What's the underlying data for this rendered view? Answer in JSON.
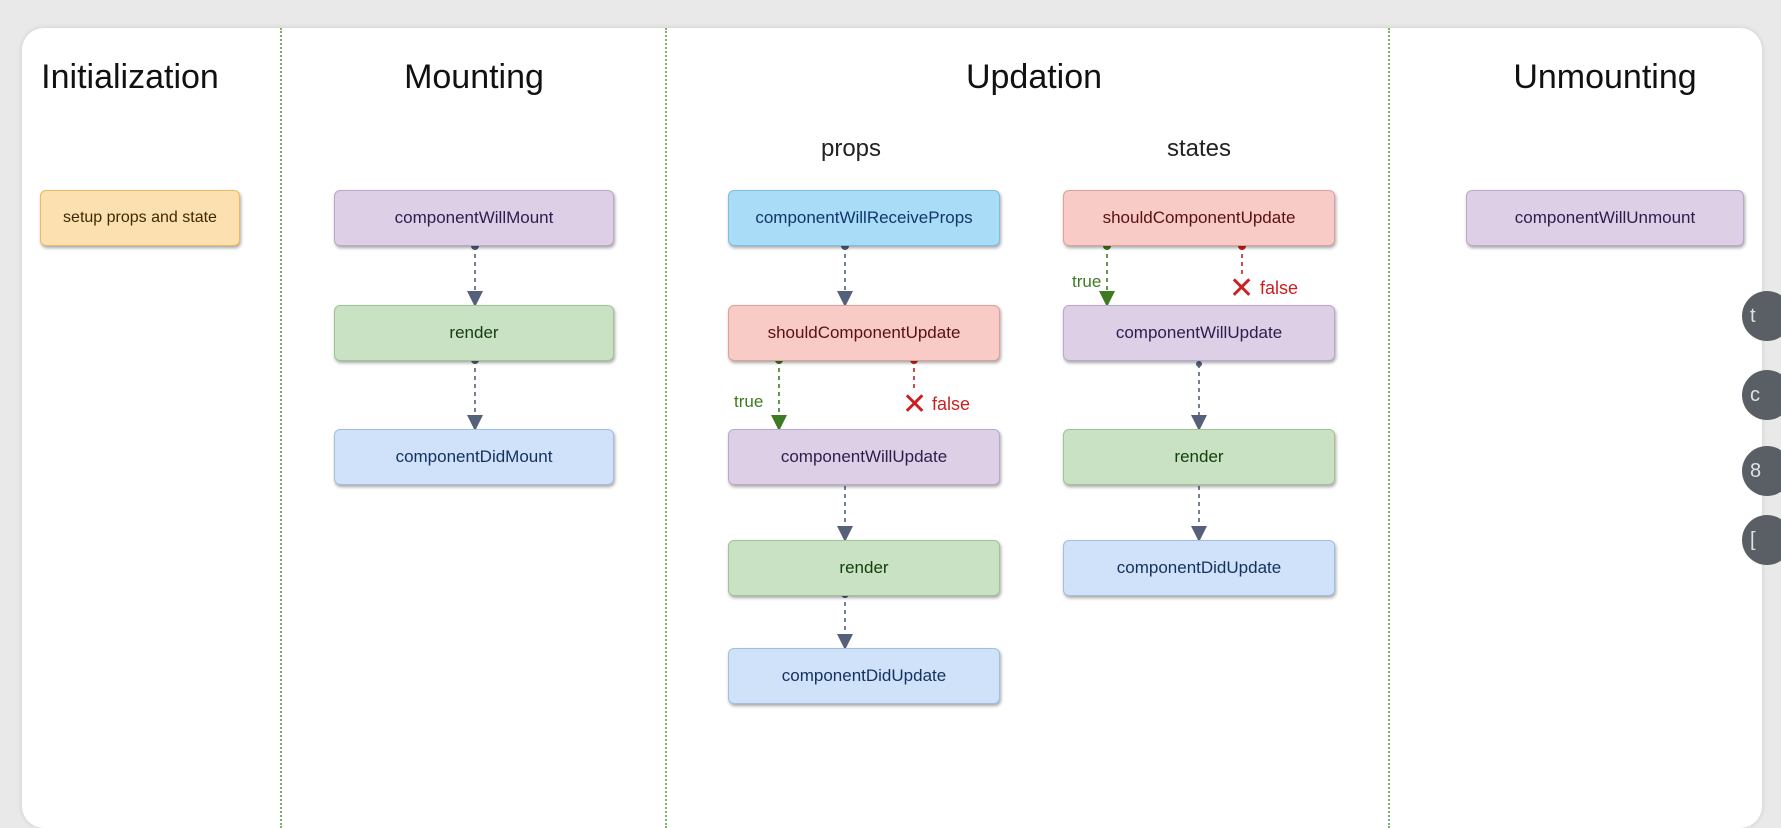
{
  "sections": {
    "initialization": "Initialization",
    "mounting": "Mounting",
    "updation": "Updation",
    "unmounting": "Unmounting"
  },
  "updation_sub": {
    "props": "props",
    "states": "states"
  },
  "initialization_nodes": {
    "setup": "setup props and state"
  },
  "mounting_nodes": {
    "will_mount": "componentWillMount",
    "render": "render",
    "did_mount": "componentDidMount"
  },
  "props_nodes": {
    "will_receive": "componentWillReceiveProps",
    "should_update": "shouldComponentUpdate",
    "will_update": "componentWillUpdate",
    "render": "render",
    "did_update": "componentDidUpdate"
  },
  "states_nodes": {
    "should_update": "shouldComponentUpdate",
    "will_update": "componentWillUpdate",
    "render": "render",
    "did_update": "componentDidUpdate"
  },
  "unmounting_nodes": {
    "will_unmount": "componentWillUnmount"
  },
  "branch_labels": {
    "true": "true",
    "false": "false",
    "cross": "✕"
  },
  "side_buttons": [
    "t",
    "c",
    "8",
    "["
  ],
  "colors": {
    "purple": "#dccfe6",
    "green": "#cae2c4",
    "blue": "#cfe2f9",
    "red": "#f8cbc7",
    "cyan": "#a9dcf6",
    "yellow": "#fde0b0",
    "arrow": "#55607a",
    "true_arrow": "#3d7a22",
    "false_arrow": "#cc1f1f"
  }
}
